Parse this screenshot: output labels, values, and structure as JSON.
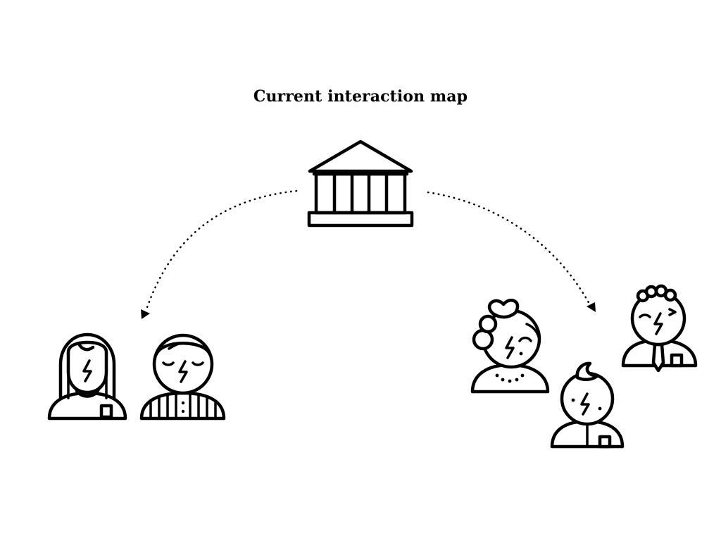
{
  "diagram": {
    "title": "Current interaction map",
    "nodes": [
      {
        "id": "institution",
        "icon": "bank-building-icon"
      },
      {
        "id": "left-group",
        "members": [
          "woman-long-hair-icon",
          "man-striped-shirt-icon"
        ]
      },
      {
        "id": "right-group",
        "members": [
          "elderly-woman-icon",
          "boy-icon",
          "man-tie-icon"
        ]
      }
    ],
    "edges": [
      {
        "from": "institution",
        "to": "left-group",
        "style": "dotted",
        "arrow": "end"
      },
      {
        "from": "institution",
        "to": "right-group",
        "style": "dotted",
        "arrow": "end"
      }
    ],
    "colors": {
      "stroke": "#000000",
      "background": "#ffffff"
    }
  }
}
